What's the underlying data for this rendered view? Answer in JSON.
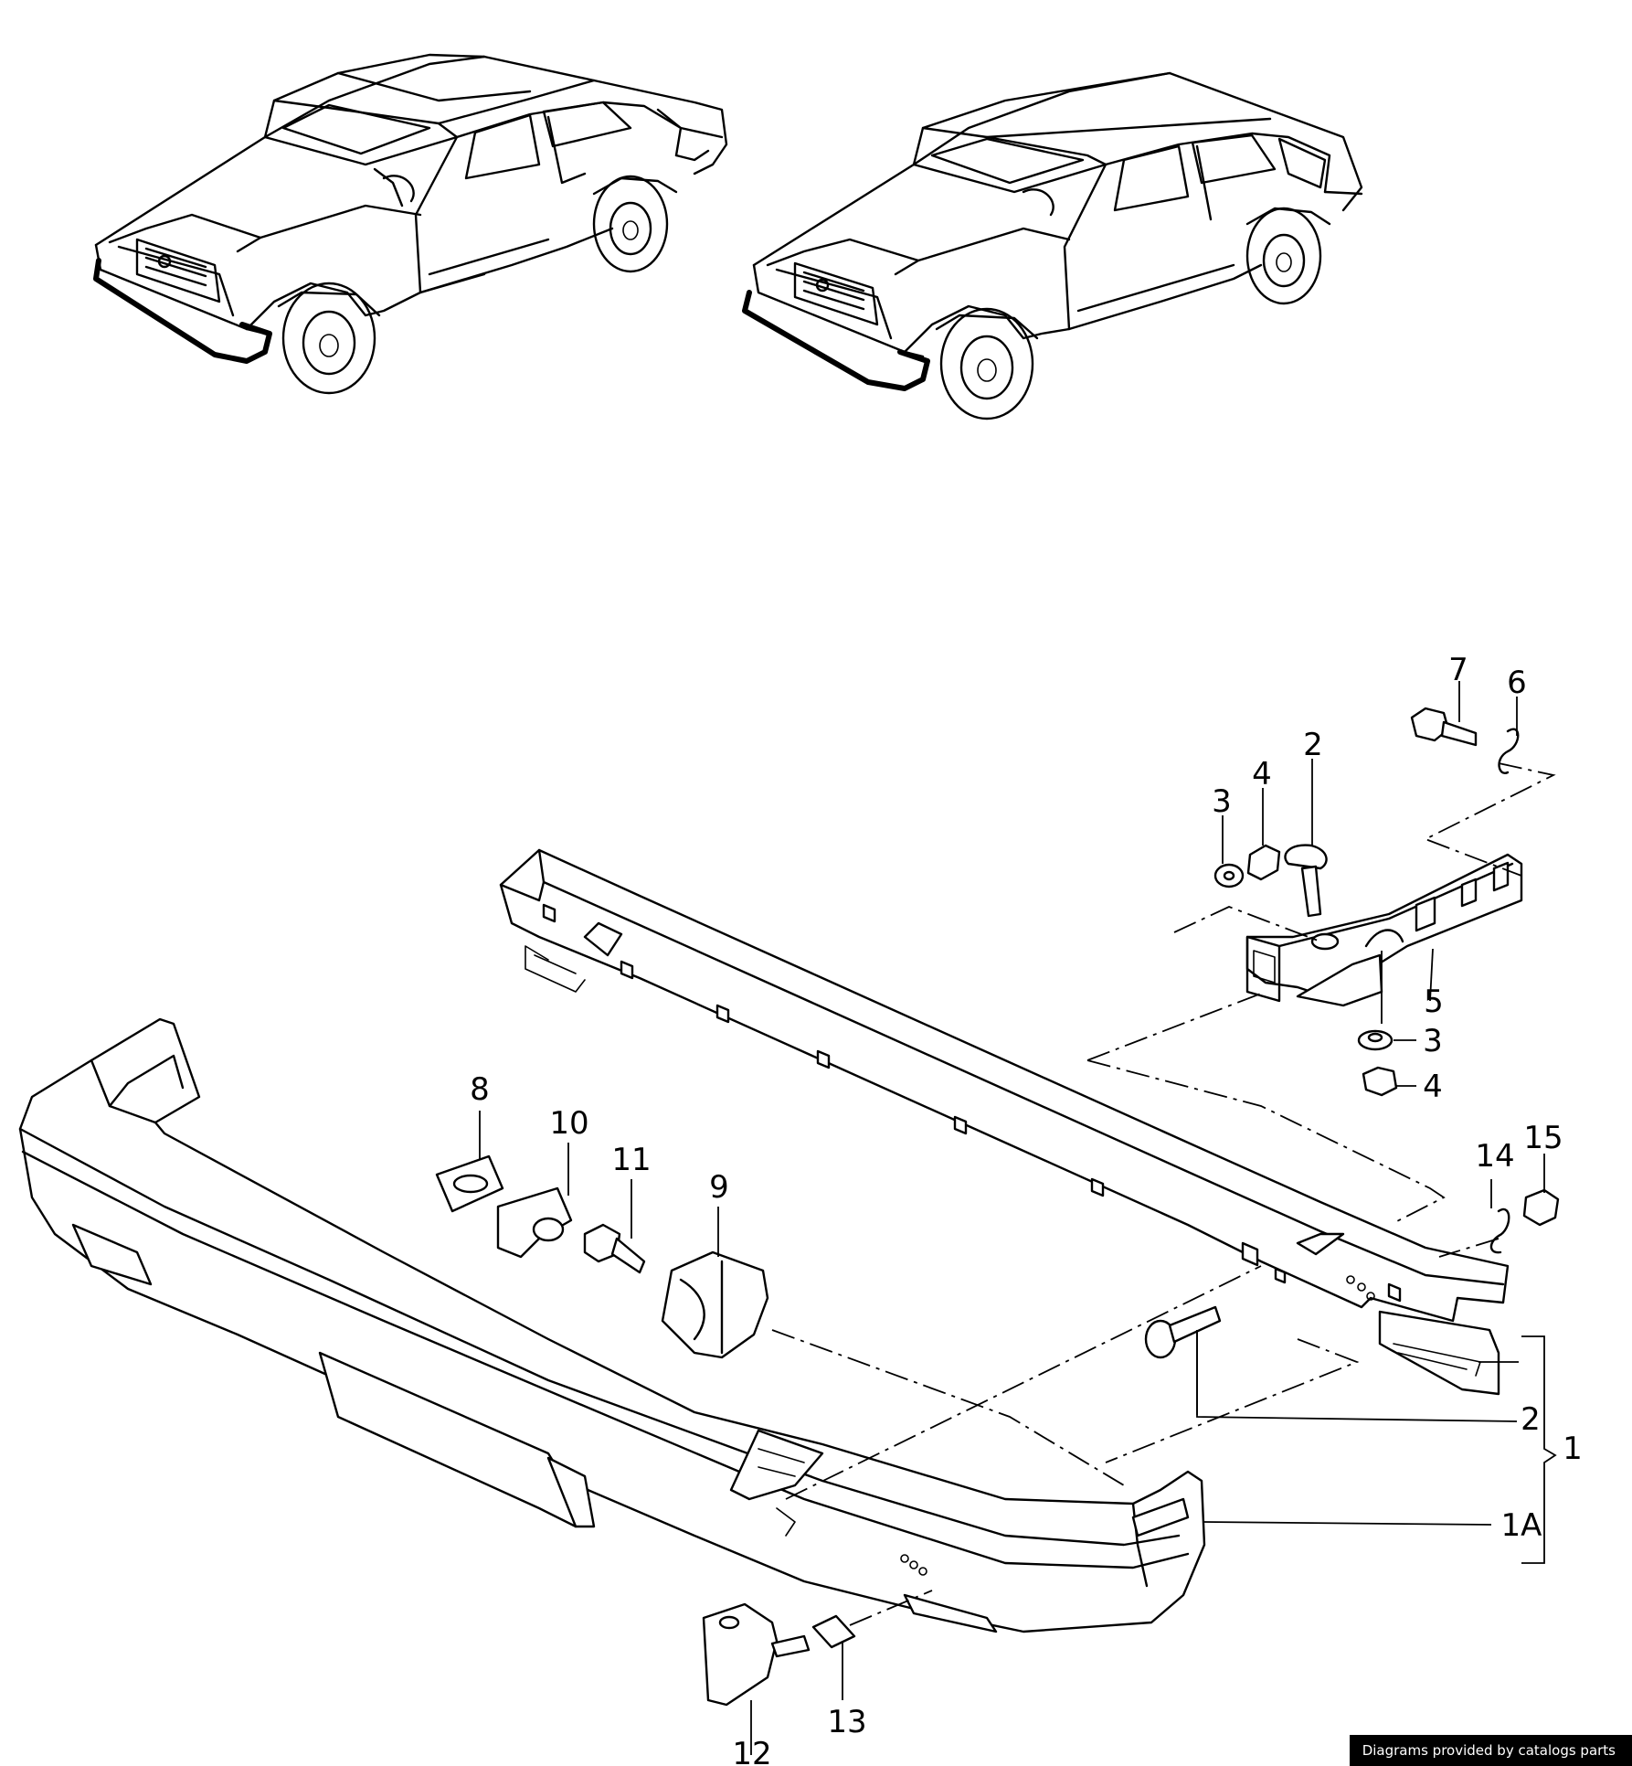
{
  "callouts": {
    "c1": "1",
    "c1a": "1A",
    "c2_top": "2",
    "c2_bottom": "2",
    "c3_top": "3",
    "c3_bottom": "3",
    "c4_top": "4",
    "c4_bottom": "4",
    "c5": "5",
    "c6": "6",
    "c7": "7",
    "c8": "8",
    "c9": "9",
    "c10": "10",
    "c11": "11",
    "c12": "12",
    "c13": "13",
    "c14": "14",
    "c15": "15"
  },
  "credit": "Diagrams provided by catalogs parts",
  "colors": {
    "line": "#000000",
    "background": "#ffffff",
    "credit_background": "#000000",
    "credit_text": "#ffffff"
  }
}
